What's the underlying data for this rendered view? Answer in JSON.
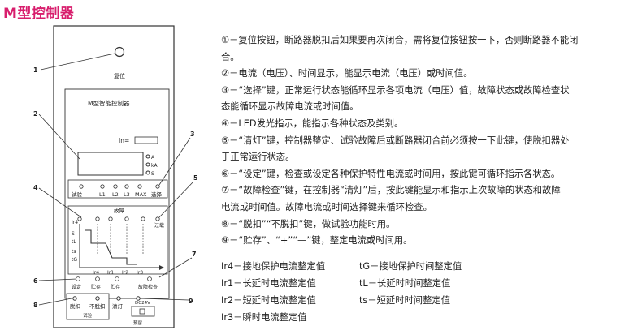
{
  "title": "M型控制器",
  "panel": {
    "reset_label": "复位",
    "controller_name": "M型智能控制器",
    "in_label": "In=",
    "display_unit_a": "A",
    "display_unit_ka": "kA",
    "display_unit_s": "S",
    "selector_labels": [
      "试验",
      "L1",
      "L2",
      "L3",
      "MAX",
      "选择"
    ],
    "fault_label": "故障",
    "axis_labels": [
      "Ir3",
      "Ir2",
      "Ir1",
      "Ir4"
    ],
    "y_labels": [
      "S",
      "tL",
      "ts",
      "tG"
    ],
    "left_labels": [
      "Ir4"
    ],
    "right_labels": [
      "过载"
    ],
    "bottom_keys": [
      "设定",
      "贮存",
      "贮存",
      "故障检查"
    ],
    "lower_left_keys": [
      "脱扣",
      "不脱扣"
    ],
    "lower_left_caption": "试验",
    "lower_right_label": "DC24V",
    "lower_mid_label": "清灯",
    "lower_right_caption": "预留"
  },
  "callouts": [
    "1",
    "2",
    "3",
    "4",
    "5",
    "6",
    "7",
    "8",
    "9"
  ],
  "descriptions": [
    "①－复位按钮，断路器脱扣后如果要再次闭合，需将复位按钮按一下，否则断路器不能闭",
    "合。",
    "②－电流（电压）、时间显示，能显示电流（电压）或时间值。",
    "③－“选择”键，正常运行状态能循环显示各项电流（电压）值，故障状态或故障检查状",
    "态能循环显示故障电流或时间值。",
    "④－LED发光指示，能指示各种状态及类别。",
    "⑤－“清灯”键，控制器整定、试验故障后或断路器闭合前必须按一下此键，使脱扣器处",
    "于正常运行状态。",
    "⑥－“设定”键，检查或设定各种保护特性电流或时间用，按此键可循环指示各状态。",
    "⑦－“故障检查”键，在控制器“清灯”后，按此键能显示和指示上次故障的状态和故障",
    "电流或时间值。故障电流或时间选择键来循环检查。",
    "⑧－“脱扣”“不脱扣”键，做试验功能时用。",
    "⑨－“贮存”、“+”“—”键，整定电流或时间用。"
  ],
  "params": [
    {
      "a": "Ir4－接地保护电流整定值",
      "b": "tG－接地保护时间整定值"
    },
    {
      "a": "Ir1－长延时电流整定值",
      "b": "tL－长延时时间整定值"
    },
    {
      "a": "Ir2－短延时电流整定值",
      "b": "ts－短延时时间整定值"
    },
    {
      "a": "Ir3－瞬时电流整定值",
      "b": ""
    }
  ]
}
